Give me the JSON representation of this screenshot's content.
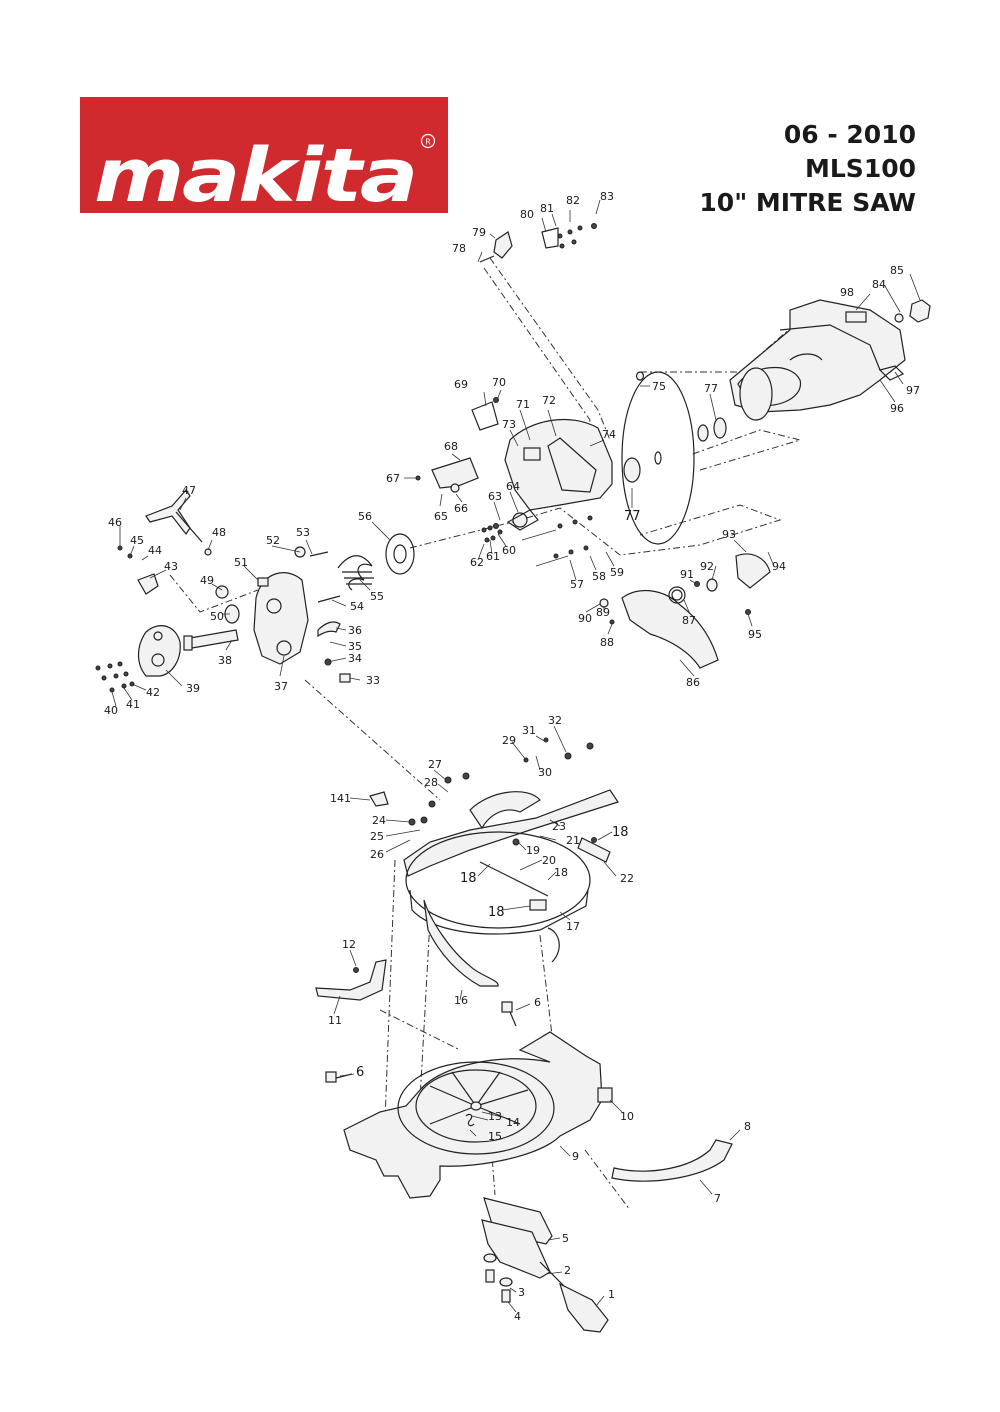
{
  "header": {
    "brand": "makita",
    "registered": "R",
    "date": "06 - 2010",
    "model": "MLS100",
    "product": "10\" MITRE SAW"
  },
  "colors": {
    "brand_red": "#d0292e",
    "ink": "#1a1a1a"
  },
  "callouts": [
    {
      "id": "n1",
      "text": "1"
    },
    {
      "id": "n2",
      "text": "2"
    },
    {
      "id": "n3",
      "text": "3"
    },
    {
      "id": "n4",
      "text": "4"
    },
    {
      "id": "n5",
      "text": "5"
    },
    {
      "id": "n6a",
      "text": "6"
    },
    {
      "id": "n6b",
      "text": "6"
    },
    {
      "id": "n7",
      "text": "7"
    },
    {
      "id": "n8",
      "text": "8"
    },
    {
      "id": "n9",
      "text": "9"
    },
    {
      "id": "n10",
      "text": "10"
    },
    {
      "id": "n11",
      "text": "11"
    },
    {
      "id": "n12",
      "text": "12"
    },
    {
      "id": "n13",
      "text": "13"
    },
    {
      "id": "n14",
      "text": "14"
    },
    {
      "id": "n15",
      "text": "15"
    },
    {
      "id": "n16",
      "text": "16"
    },
    {
      "id": "n17",
      "text": "17"
    },
    {
      "id": "n18a",
      "text": "18"
    },
    {
      "id": "n18b",
      "text": "18"
    },
    {
      "id": "n18c",
      "text": "18"
    },
    {
      "id": "n18d",
      "text": "18"
    },
    {
      "id": "n19",
      "text": "19"
    },
    {
      "id": "n20",
      "text": "20"
    },
    {
      "id": "n21",
      "text": "21"
    },
    {
      "id": "n22",
      "text": "22"
    },
    {
      "id": "n23",
      "text": "23"
    },
    {
      "id": "n24",
      "text": "24"
    },
    {
      "id": "n25",
      "text": "25"
    },
    {
      "id": "n26",
      "text": "26"
    },
    {
      "id": "n27",
      "text": "27"
    },
    {
      "id": "n28",
      "text": "28"
    },
    {
      "id": "n29",
      "text": "29"
    },
    {
      "id": "n30",
      "text": "30"
    },
    {
      "id": "n31",
      "text": "31"
    },
    {
      "id": "n32",
      "text": "32"
    },
    {
      "id": "n33",
      "text": "33"
    },
    {
      "id": "n34",
      "text": "34"
    },
    {
      "id": "n35",
      "text": "35"
    },
    {
      "id": "n36",
      "text": "36"
    },
    {
      "id": "n37",
      "text": "37"
    },
    {
      "id": "n38",
      "text": "38"
    },
    {
      "id": "n39",
      "text": "39"
    },
    {
      "id": "n40",
      "text": "40"
    },
    {
      "id": "n41",
      "text": "41"
    },
    {
      "id": "n42",
      "text": "42"
    },
    {
      "id": "n43",
      "text": "43"
    },
    {
      "id": "n44",
      "text": "44"
    },
    {
      "id": "n45",
      "text": "45"
    },
    {
      "id": "n46",
      "text": "46"
    },
    {
      "id": "n47",
      "text": "47"
    },
    {
      "id": "n48",
      "text": "48"
    },
    {
      "id": "n49",
      "text": "49"
    },
    {
      "id": "n50",
      "text": "50"
    },
    {
      "id": "n51",
      "text": "51"
    },
    {
      "id": "n52",
      "text": "52"
    },
    {
      "id": "n53",
      "text": "53"
    },
    {
      "id": "n54",
      "text": "54"
    },
    {
      "id": "n55",
      "text": "55"
    },
    {
      "id": "n56",
      "text": "56"
    },
    {
      "id": "n57",
      "text": "57"
    },
    {
      "id": "n58",
      "text": "58"
    },
    {
      "id": "n59",
      "text": "59"
    },
    {
      "id": "n60",
      "text": "60"
    },
    {
      "id": "n61",
      "text": "61"
    },
    {
      "id": "n62",
      "text": "62"
    },
    {
      "id": "n63",
      "text": "63"
    },
    {
      "id": "n64",
      "text": "64"
    },
    {
      "id": "n65",
      "text": "65"
    },
    {
      "id": "n66",
      "text": "66"
    },
    {
      "id": "n67",
      "text": "67"
    },
    {
      "id": "n68",
      "text": "68"
    },
    {
      "id": "n69",
      "text": "69"
    },
    {
      "id": "n70",
      "text": "70"
    },
    {
      "id": "n71",
      "text": "71"
    },
    {
      "id": "n72",
      "text": "72"
    },
    {
      "id": "n73",
      "text": "73"
    },
    {
      "id": "n74",
      "text": "74"
    },
    {
      "id": "n75",
      "text": "75"
    },
    {
      "id": "n77a",
      "text": "77"
    },
    {
      "id": "n77b",
      "text": "77"
    },
    {
      "id": "n78",
      "text": "78"
    },
    {
      "id": "n79",
      "text": "79"
    },
    {
      "id": "n80",
      "text": "80"
    },
    {
      "id": "n81",
      "text": "81"
    },
    {
      "id": "n82",
      "text": "82"
    },
    {
      "id": "n83",
      "text": "83"
    },
    {
      "id": "n84",
      "text": "84"
    },
    {
      "id": "n85",
      "text": "85"
    },
    {
      "id": "n86",
      "text": "86"
    },
    {
      "id": "n87",
      "text": "87"
    },
    {
      "id": "n88",
      "text": "88"
    },
    {
      "id": "n89",
      "text": "89"
    },
    {
      "id": "n90",
      "text": "90"
    },
    {
      "id": "n91",
      "text": "91"
    },
    {
      "id": "n92",
      "text": "92"
    },
    {
      "id": "n93",
      "text": "93"
    },
    {
      "id": "n94",
      "text": "94"
    },
    {
      "id": "n95",
      "text": "95"
    },
    {
      "id": "n96",
      "text": "96"
    },
    {
      "id": "n97",
      "text": "97"
    },
    {
      "id": "n98",
      "text": "98"
    },
    {
      "id": "n141",
      "text": "141"
    }
  ]
}
